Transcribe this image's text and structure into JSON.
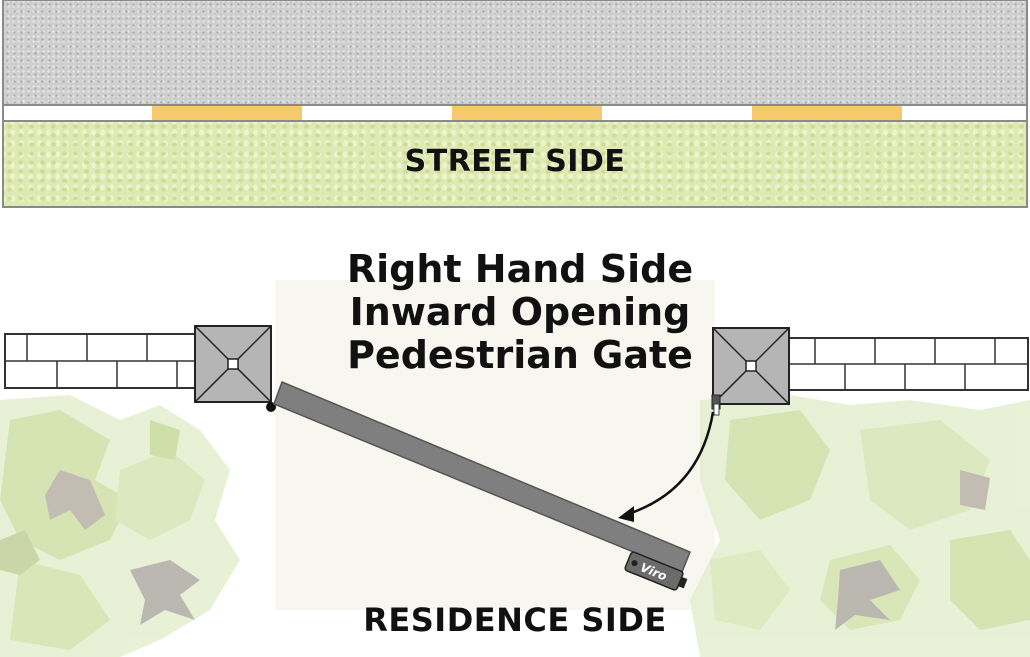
{
  "labels": {
    "street_side": "STREET SIDE",
    "residence_side": "RESIDENCE SIDE",
    "title_lines": [
      "Right Hand Side",
      "Inward Opening",
      "Pedestrian Gate"
    ]
  },
  "gate": {
    "brand": "Viro",
    "hinge_side": "right",
    "opening_direction": "inward"
  },
  "colors": {
    "road": "#cfcfcf",
    "curb_marking": "#f6c96b",
    "lawn": "#dfe9b4",
    "gate_leaf": "#7f7f7f",
    "post": "#b5b5b5",
    "wall": "#ffffff",
    "foliage": "#cddfa7"
  },
  "icons": [
    "swing-arc-arrow-icon",
    "gate-post-cap-icon",
    "hinge-icon",
    "viro-lock-icon",
    "foliage-icon"
  ]
}
